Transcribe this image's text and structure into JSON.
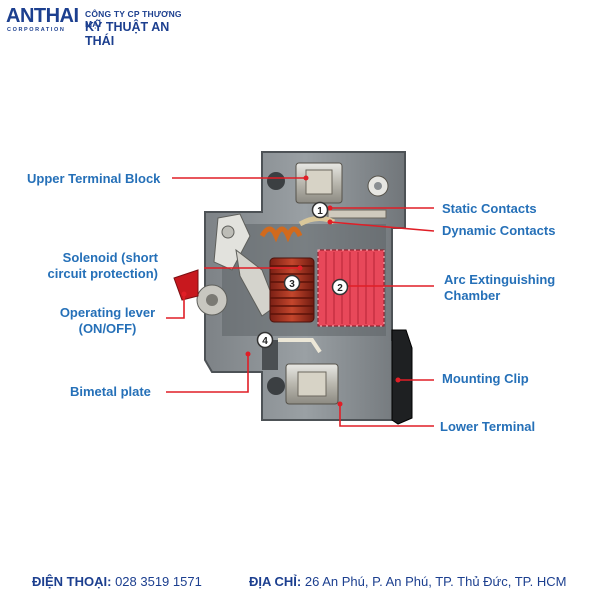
{
  "brand": {
    "logo_text": "ANTHAI",
    "logo_sub": "CORPORATION",
    "company_line1": "CÔNG TY CP THƯƠNG MẠI",
    "company_line2": "KỸ THUẬT AN THÁI",
    "color": "#1c3f8f"
  },
  "labels": {
    "upper_terminal_block": "Upper Terminal Block",
    "static_contacts": "Static Contacts",
    "dynamic_contacts": "Dynamic Contacts",
    "solenoid": "Solenoid (short\ncircuit protection)",
    "arc_chamber": "Arc Extinguishing\nChamber",
    "operating_lever": "Operating lever\n(ON/OFF)",
    "mounting_clip": "Mounting Clip",
    "bimetal_plate": "Bimetal plate",
    "lower_terminal": "Lower Terminal"
  },
  "callouts": [
    "1",
    "2",
    "3",
    "4"
  ],
  "footer": {
    "phone_label": "ĐIỆN THOẠI:",
    "phone_value": " 028 3519 1571",
    "address_label": "ĐỊA CHỈ:",
    "address_value": " 26 An Phú, P. An Phú, TP. Thủ Đức, TP. HCM"
  },
  "colors": {
    "label_blue": "#2570b8",
    "leader_red": "#e01e26",
    "housing_gray": "#8a8f93",
    "chamber_red": "#e8485a"
  }
}
